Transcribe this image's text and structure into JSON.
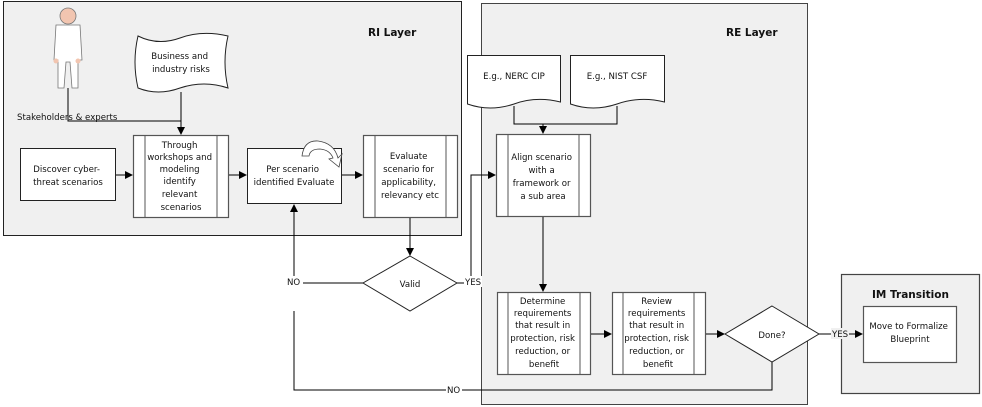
{
  "layers": {
    "ri": "RI Layer",
    "re": "RE Layer",
    "im": "IM Transition"
  },
  "actor": {
    "label": "Stakeholders & experts"
  },
  "documents": {
    "business": [
      "Business and",
      "industry risks"
    ],
    "nerc": [
      "E.g., NERC CIP"
    ],
    "nist": [
      "E.g., NIST CSF"
    ]
  },
  "steps": {
    "discover": [
      "Discover cyber-",
      "threat scenarios"
    ],
    "workshops": [
      "Through",
      "workshops and",
      "modeling",
      "identify",
      "relevant",
      "scenarios"
    ],
    "per_scenario": [
      "Per scenario",
      "identified Evaluate"
    ],
    "evaluate": [
      "Evaluate",
      "scenario for",
      "applicability,",
      "relevancy etc"
    ],
    "align": [
      "Align scenario",
      "with a",
      "framework or",
      "a sub area"
    ],
    "determine": [
      "Determine",
      "requirements",
      "that result in",
      "protection, risk",
      "reduction, or",
      "benefit"
    ],
    "review": [
      "Review",
      "requirements",
      "that result in",
      "protection, risk",
      "reduction, or",
      "benefit"
    ],
    "blueprint": [
      "Move to Formalize",
      "Blueprint"
    ]
  },
  "decisions": {
    "valid": "Valid",
    "done": "Done?"
  },
  "edge_labels": {
    "valid_no": "NO",
    "valid_yes": "YES",
    "done_yes": "YES",
    "done_no": "NO"
  }
}
